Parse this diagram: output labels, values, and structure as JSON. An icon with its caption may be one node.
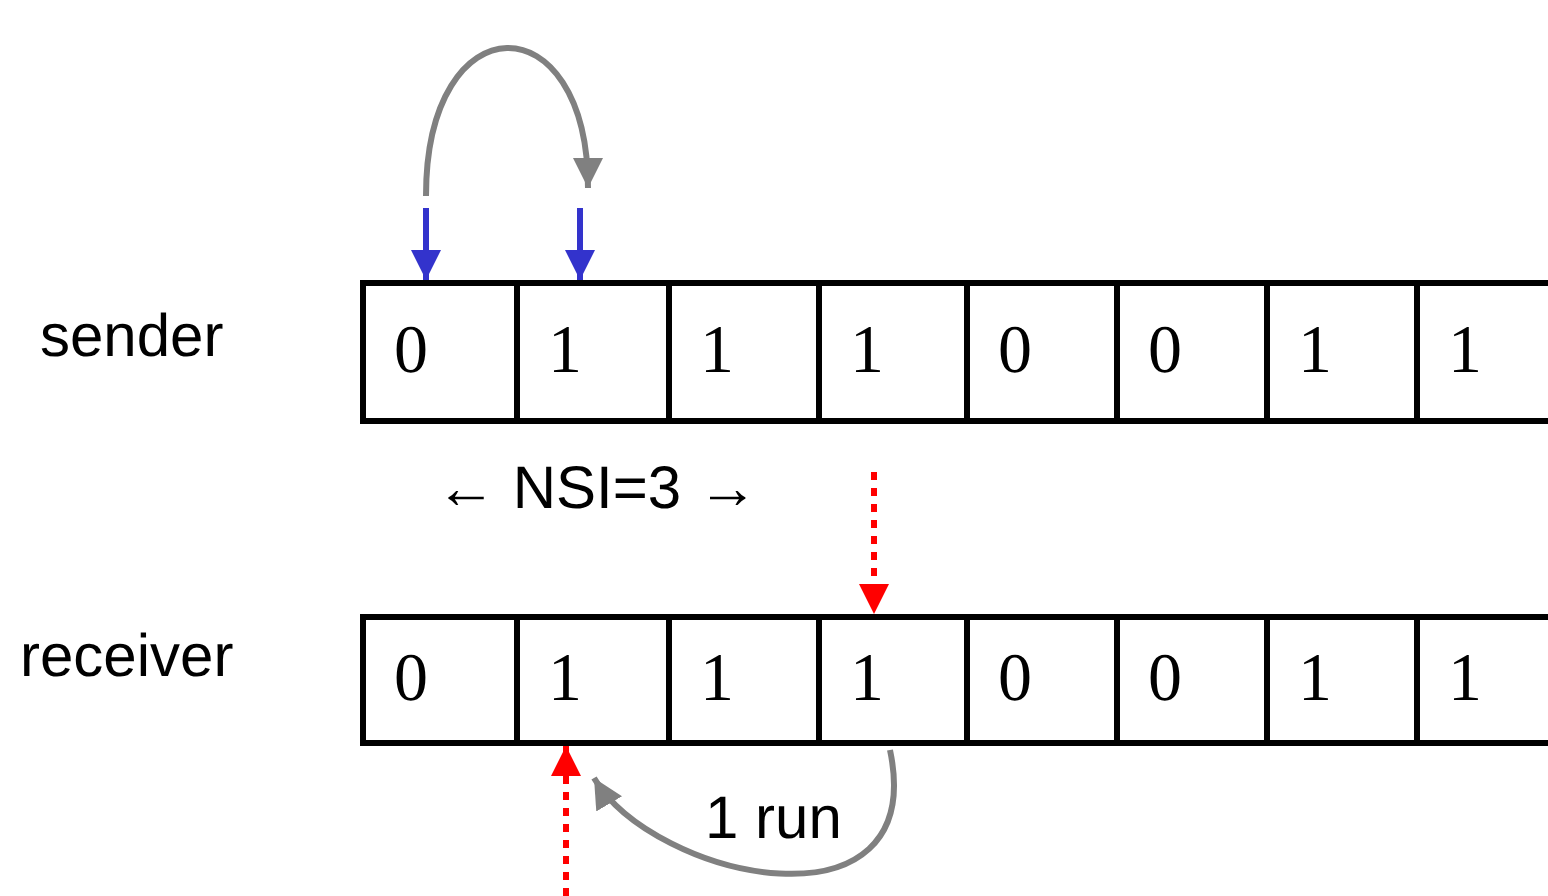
{
  "diagram": {
    "nodes": [
      {
        "text": [
          "0"
        ]
      },
      {
        "text": [
          "1"
        ]
      },
      {
        "text": [
          "1"
        ]
      },
      {
        "text": [
          "1"
        ]
      },
      {
        "text": [
          "0"
        ]
      },
      {
        "text": [
          "0"
        ]
      },
      {
        "text": [
          "1"
        ]
      },
      {
        "text": [
          "1"
        ]
      },
      {
        "text": [
          "0"
        ]
      },
      {
        "text": [
          "1"
        ]
      },
      {
        "text": [
          "1"
        ]
      },
      {
        "text": [
          "1"
        ]
      },
      {
        "text": [
          "0"
        ]
      },
      {
        "text": [
          "0"
        ]
      },
      {
        "text": [
          "1"
        ]
      },
      {
        "text": [
          "1"
        ]
      }
    ],
    "edges": [
      {
        "from": null,
        "to": 0,
        "arrow": "to",
        "color": "#3333cc"
      },
      {
        "from": null,
        "to": 1,
        "arrow": "to",
        "color": "#3333cc"
      },
      {
        "from": null,
        "to": 11,
        "arrow": "to",
        "style": "dashed",
        "color": "#ff0000"
      },
      {
        "from": null,
        "to": 9,
        "arrow": "to",
        "style": "dashed",
        "color": "#ff0000"
      },
      {
        "from": 11,
        "to": 9,
        "arrow": "to",
        "label": "1 run",
        "color": "#808080"
      }
    ],
    "labels": [
      "sender",
      "← NSI=3 →",
      "receiver"
    ]
  }
}
